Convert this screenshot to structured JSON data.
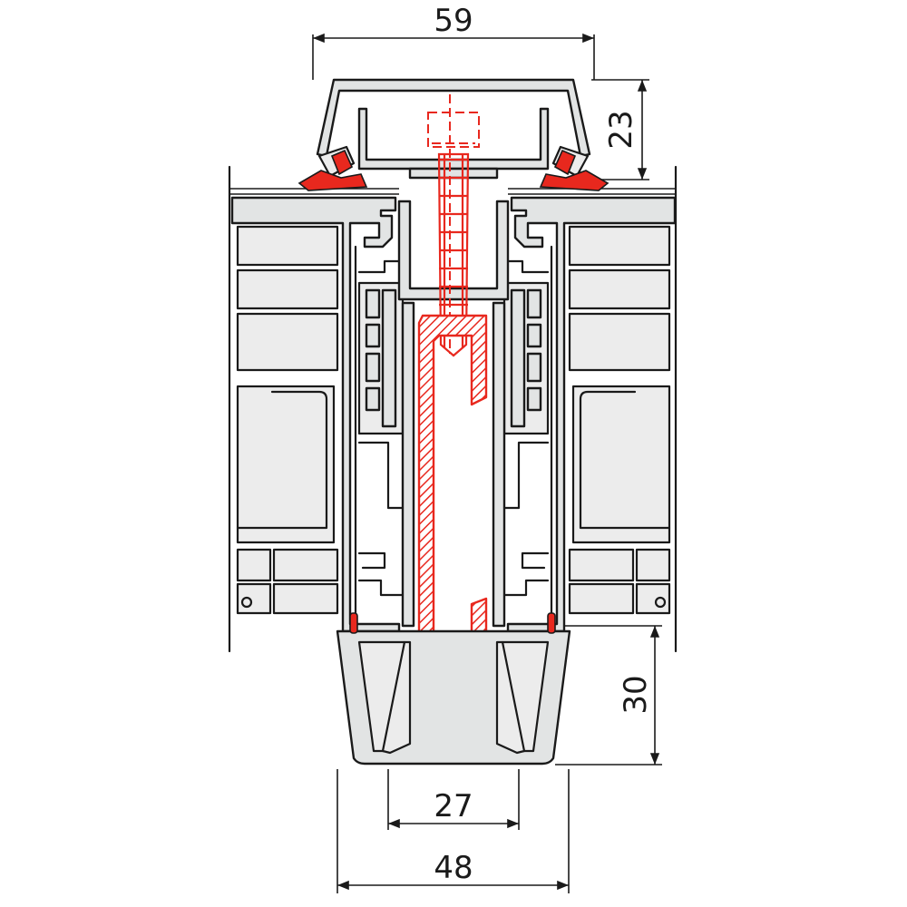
{
  "dimensions": {
    "top_width": "59",
    "top_height": "23",
    "bottom_height": "30",
    "inner_width": "27",
    "outer_width": "48"
  },
  "colors": {
    "profile_fill": "#e2e4e4",
    "line": "#1a1a1a",
    "gasket_red": "#e8281e"
  }
}
